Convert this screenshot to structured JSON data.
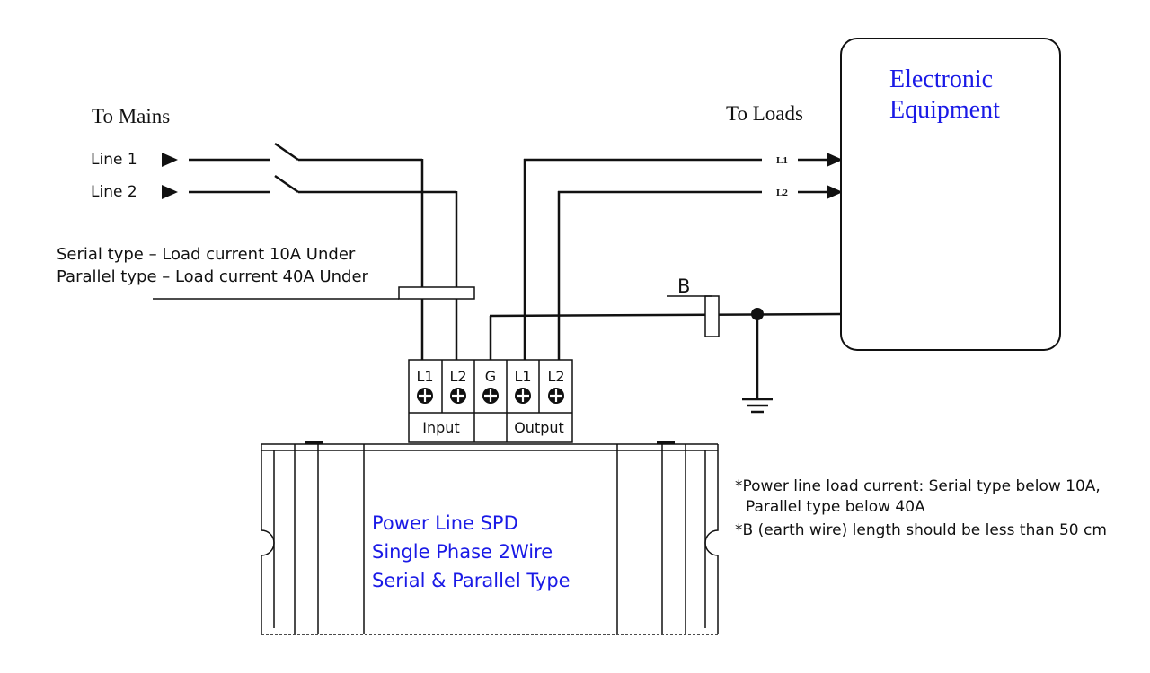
{
  "mains": {
    "title": "To Mains",
    "line1": "Line 1",
    "line2": "Line 2"
  },
  "loads": {
    "title": "To Loads",
    "l1": "L1",
    "l2": "L2"
  },
  "equipment": {
    "line1": "Electronic",
    "line2": "Equipment"
  },
  "current_note": {
    "line1": "Serial type – Load current 10A Under",
    "line2": "Parallel type – Load current 40A Under"
  },
  "earth_label": "B",
  "terminal_block": {
    "terminals": [
      "L1",
      "L2",
      "G",
      "L1",
      "L2"
    ],
    "input_label": "Input",
    "output_label": "Output"
  },
  "spd": {
    "line1": "Power Line SPD",
    "line2": "Single Phase 2Wire",
    "line3": "Serial & Parallel Type"
  },
  "notes": {
    "line1": "*Power line load current: Serial type below 10A,",
    "line2": "Parallel type below 40A",
    "line3": "*B (earth wire) length should be less than 50 cm"
  },
  "colors": {
    "accent_text": "#1a1ae6",
    "line": "#111111"
  }
}
